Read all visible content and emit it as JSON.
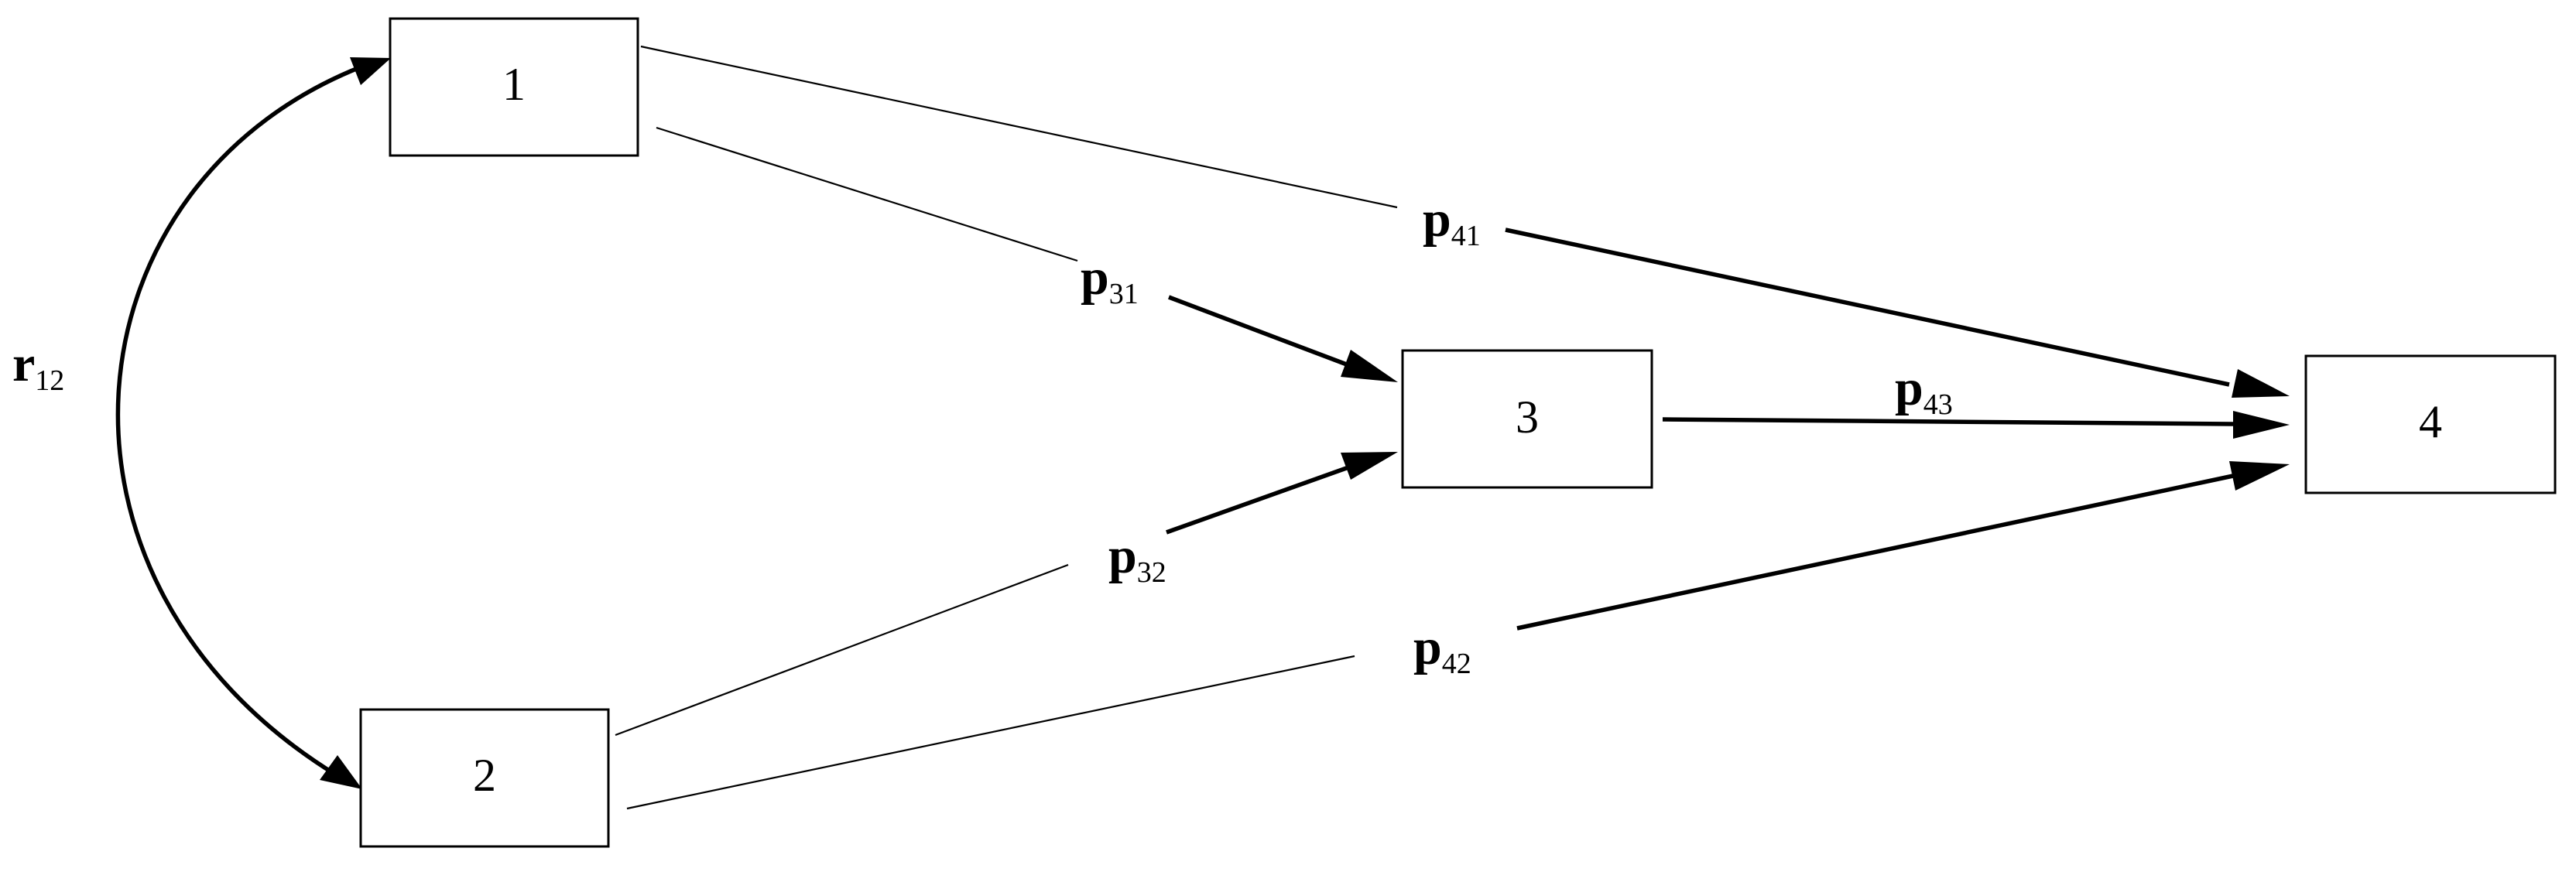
{
  "nodes": {
    "n1": "1",
    "n2": "2",
    "n3": "3",
    "n4": "4"
  },
  "coefficients": {
    "r12": {
      "main": "r",
      "sub": "12"
    },
    "p31": {
      "main": "p",
      "sub": "31"
    },
    "p32": {
      "main": "p",
      "sub": "32"
    },
    "p41": {
      "main": "p",
      "sub": "41"
    },
    "p42": {
      "main": "p",
      "sub": "42"
    },
    "p43": {
      "main": "p",
      "sub": "43"
    }
  }
}
